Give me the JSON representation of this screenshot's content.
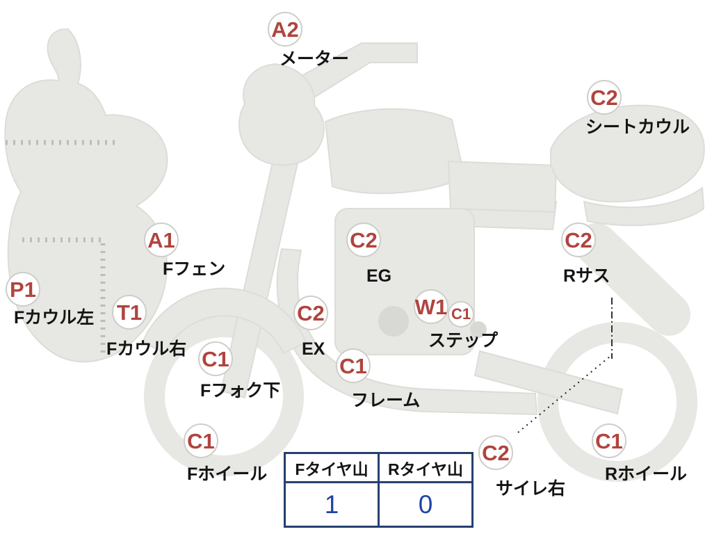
{
  "labels": [
    {
      "code": "A2",
      "name": "メーター"
    },
    {
      "code": "C2",
      "name": "シートカウル"
    },
    {
      "code": "A1",
      "name": "Fフェン"
    },
    {
      "code": "P1",
      "name": "Fカウル左"
    },
    {
      "code": "T1",
      "name": "Fカウル右"
    },
    {
      "code": "C2",
      "name": "EG"
    },
    {
      "code": "C2",
      "name": "Rサス"
    },
    {
      "code": "C2",
      "name": "EX"
    },
    {
      "code": "W1",
      "extra_code": "C1",
      "name": "ステップ"
    },
    {
      "code": "C1",
      "name": "Fフォク下"
    },
    {
      "code": "C1",
      "name": "フレーム"
    },
    {
      "code": "C1",
      "name": "Fホイール"
    },
    {
      "code": "C2",
      "name": "サイレ右"
    },
    {
      "code": "C1",
      "name": "Rホイール"
    }
  ],
  "tire_table": {
    "headers": [
      "Fタイヤ山",
      "Rタイヤ山"
    ],
    "values": [
      "1",
      "0"
    ]
  },
  "colors": {
    "grade_code": "#b0443e",
    "tire_value": "#2143a5",
    "table_border": "#26406e",
    "body_fill": "#e7e7e3"
  }
}
